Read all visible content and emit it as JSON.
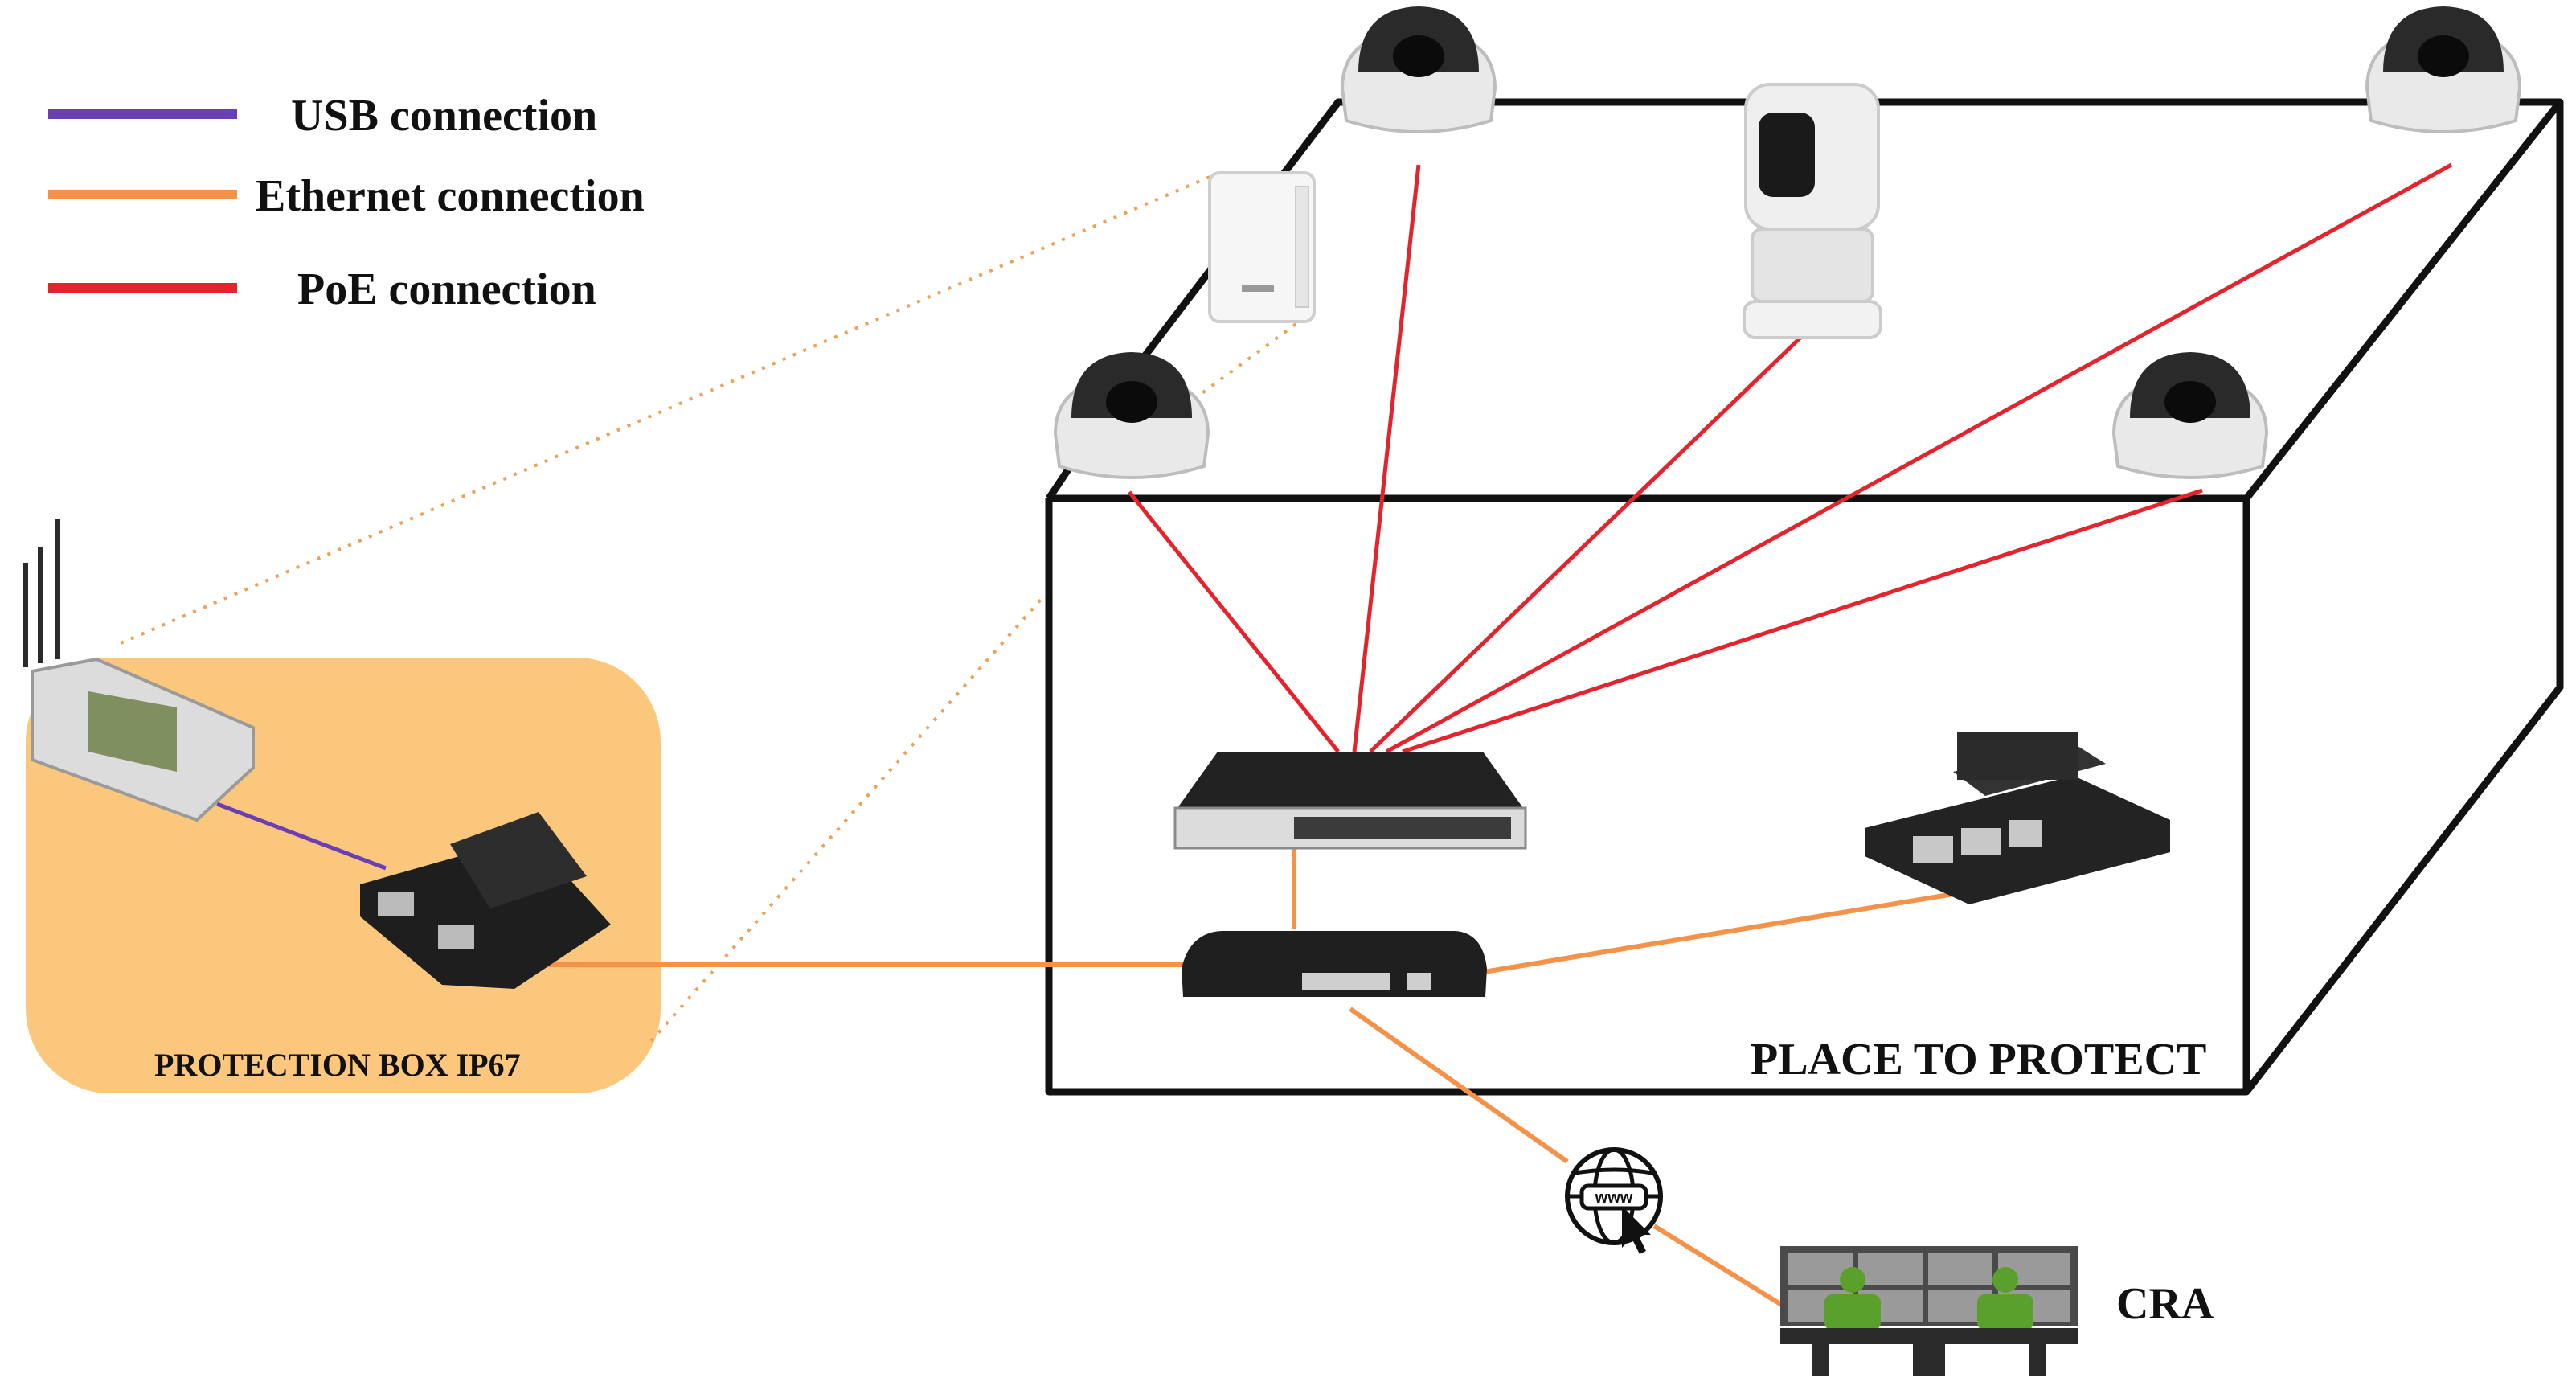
{
  "legend": [
    {
      "label": "USB connection",
      "color": "#6a3fb5"
    },
    {
      "label": "Ethernet connection",
      "color": "#f5924a"
    },
    {
      "label": "PoE connection",
      "color": "#e5232d"
    }
  ],
  "protection_box": {
    "label": "PROTECTION BOX IP67",
    "fill": "#fbc77c"
  },
  "place": {
    "label": "PLACE TO PROTECT"
  },
  "control_room": {
    "label": "CRA"
  },
  "globe_text": "www",
  "colors": {
    "usb": "#6a3fb5",
    "ethernet": "#f5924a",
    "poe": "#e5232d",
    "dotted": "#e8a45c",
    "outline": "#111111"
  }
}
